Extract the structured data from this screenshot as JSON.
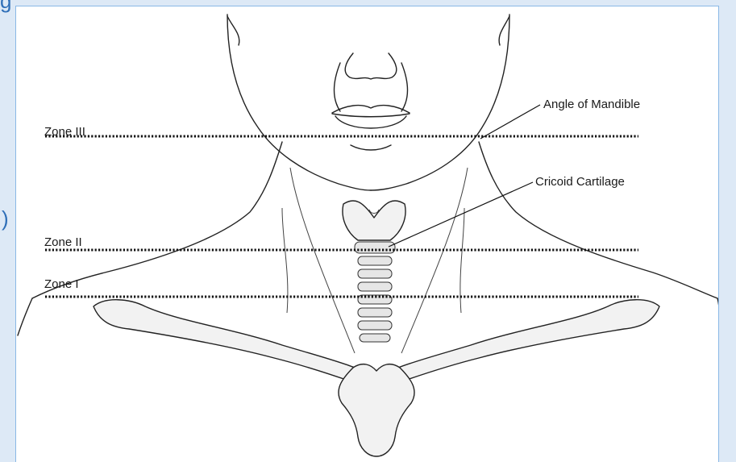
{
  "side_glyphs": {
    "top": "g",
    "middle": ")"
  },
  "zones": {
    "zone3": "Zone III",
    "zone2": "Zone II",
    "zone1": "Zone I"
  },
  "callouts": {
    "mandible": "Angle of Mandible",
    "cricoid": "Cricoid Cartilage"
  },
  "colors": {
    "background": "#dde9f6",
    "panel_border": "#8ab8e6",
    "glyph": "#2f6fb8"
  }
}
